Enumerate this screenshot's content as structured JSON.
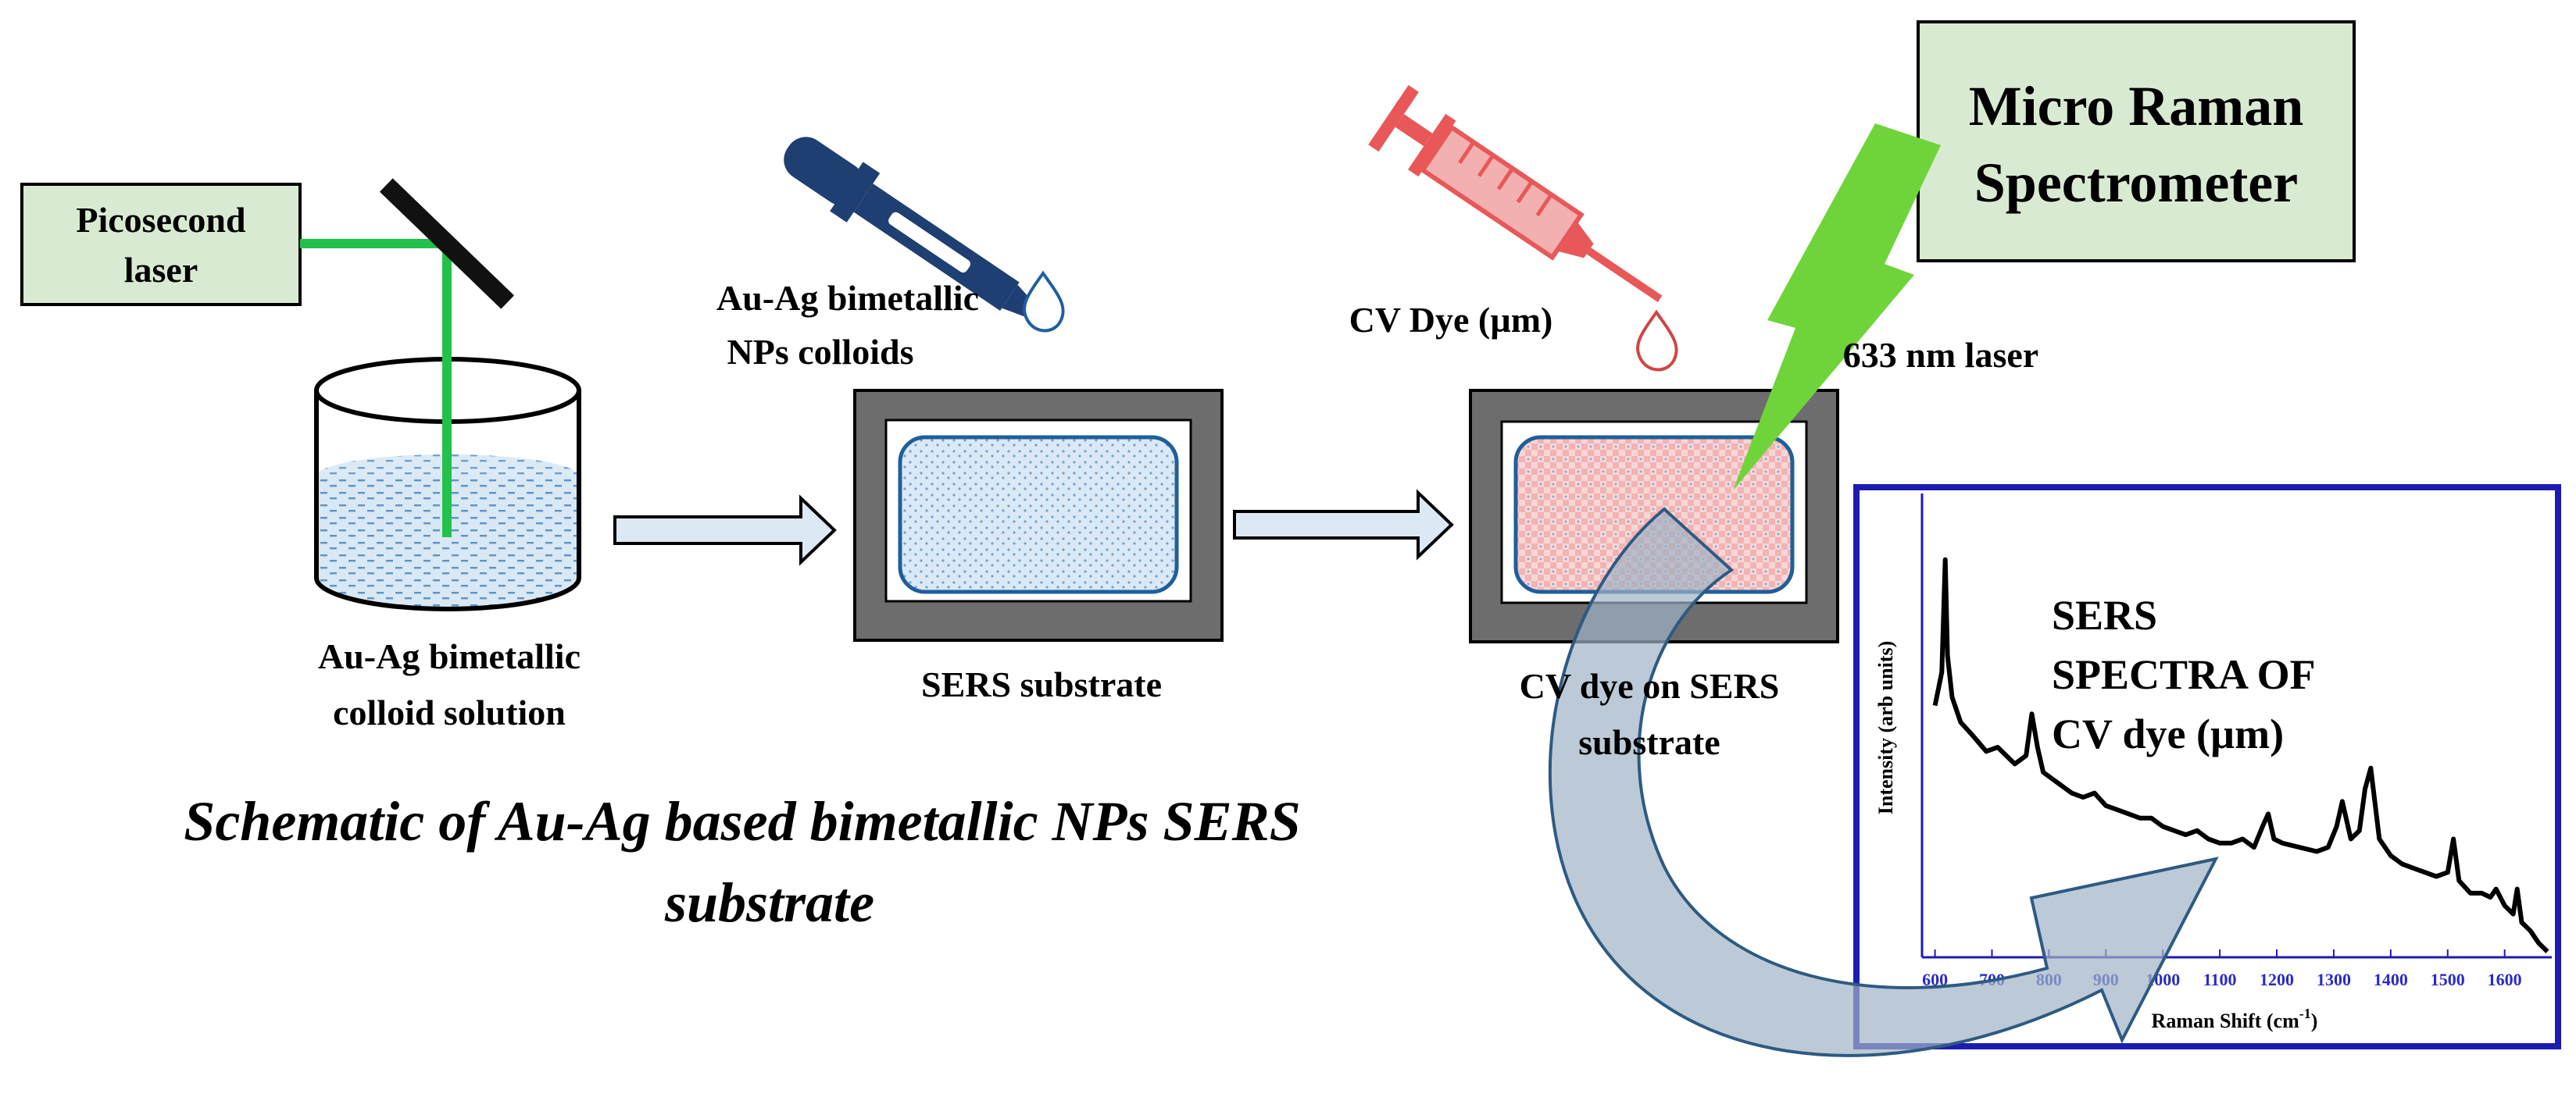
{
  "labels": {
    "picosecond_laser_1": "Picosecond",
    "picosecond_laser_2": "laser",
    "colloid_solution_1": "Au-Ag bimetallic",
    "colloid_solution_2": "colloid solution",
    "np_colloids_1": "Au-Ag bimetallic",
    "np_colloids_2": "NPs colloids",
    "sers_substrate": "SERS substrate",
    "cv_dye": "CV Dye (µm)",
    "laser_633": "633 nm laser",
    "micro_raman_1": "Micro Raman",
    "micro_raman_2": "Spectrometer",
    "cv_on_sers_1": "CV dye on SERS",
    "cv_on_sers_2": "substrate"
  },
  "title": {
    "line1": "Schematic of Au-Ag based bimetallic NPs SERS",
    "line2": "substrate"
  },
  "colors": {
    "box_fill": "#d9ead3",
    "laser_green": "#22c24a",
    "lightning_green": "#6fd43a",
    "pipette_blue": "#1f3f73",
    "syringe_red": "#e85858",
    "liquid_blue": "#7ab2d6",
    "substrate_gray": "#6d6d6d",
    "inset_border": "#1c1cb0",
    "curved_arrow": "#9fb2c4"
  },
  "chart_data": {
    "type": "line",
    "title": "",
    "annotation": [
      "SERS",
      "SPECTRA OF",
      "CV dye (µm)"
    ],
    "xlabel": "Raman Shift (cm",
    "xlabel_sup": "-1",
    "xlabel_end": ")",
    "ylabel": "Intensity (arb units)",
    "xlim": [
      580,
      1680
    ],
    "ylim": [
      0,
      100
    ],
    "xticks": [
      600,
      700,
      800,
      900,
      1000,
      1100,
      1200,
      1300,
      1400,
      1500,
      1600
    ],
    "grid": false,
    "series": [
      {
        "x": [
          600,
          612,
          618,
          622,
          630,
          645,
          665,
          690,
          710,
          740,
          760,
          770,
          780,
          790,
          800,
          820,
          840,
          860,
          880,
          900,
          920,
          940,
          960,
          980,
          1000,
          1020,
          1040,
          1060,
          1080,
          1100,
          1120,
          1140,
          1160,
          1175,
          1185,
          1195,
          1210,
          1240,
          1270,
          1290,
          1305,
          1315,
          1330,
          1345,
          1355,
          1365,
          1380,
          1400,
          1420,
          1440,
          1460,
          1480,
          1500,
          1510,
          1520,
          1540,
          1560,
          1575,
          1585,
          1600,
          1615,
          1622,
          1630,
          1645,
          1660,
          1675
        ],
        "y": [
          60,
          68,
          95,
          72,
          62,
          56,
          53,
          49,
          50,
          46,
          48,
          58,
          50,
          44,
          43,
          41,
          39,
          38,
          39,
          36,
          35,
          34,
          33,
          33,
          31,
          30,
          29,
          30,
          28,
          27,
          27,
          28,
          26,
          31,
          34,
          28,
          27,
          26,
          25,
          26,
          31,
          37,
          28,
          30,
          40,
          45,
          28,
          24,
          22,
          21,
          20,
          19,
          20,
          28,
          18,
          15,
          15,
          14,
          16,
          12,
          10,
          16,
          8,
          6,
          3,
          1
        ]
      }
    ]
  }
}
